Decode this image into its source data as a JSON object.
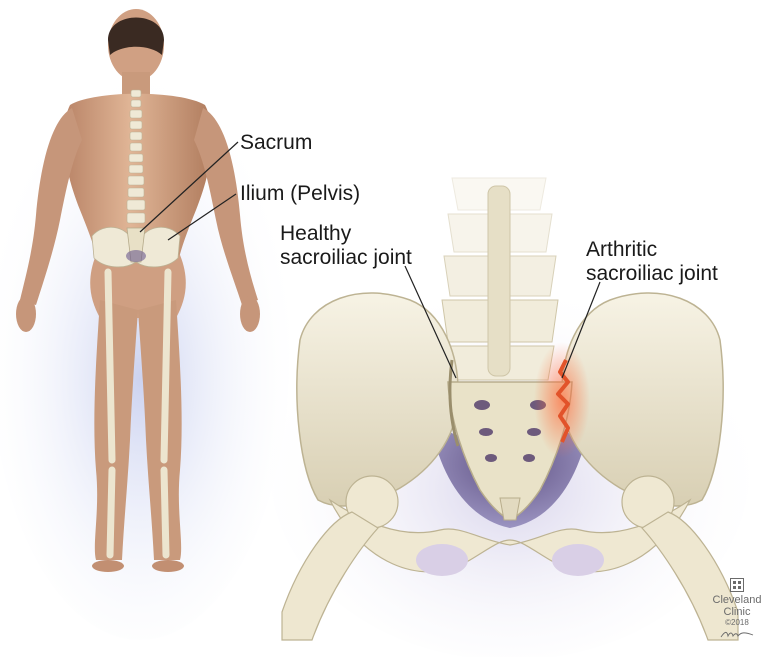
{
  "labels": {
    "sacrum": "Sacrum",
    "ilium": "Ilium (Pelvis)",
    "healthy_line1": "Healthy",
    "healthy_line2": "sacroiliac joint",
    "arthritic_line1": "Arthritic",
    "arthritic_line2": "sacroiliac joint"
  },
  "logo": {
    "line1": "Cleveland",
    "line2": "Clinic",
    "year": "©2018"
  },
  "colors": {
    "skin": "#d7a888",
    "bone": "#efe9d6",
    "bone_shadow": "#c9bfa3",
    "inflammation": "#e2532a",
    "glow": "#b6bfe6"
  }
}
